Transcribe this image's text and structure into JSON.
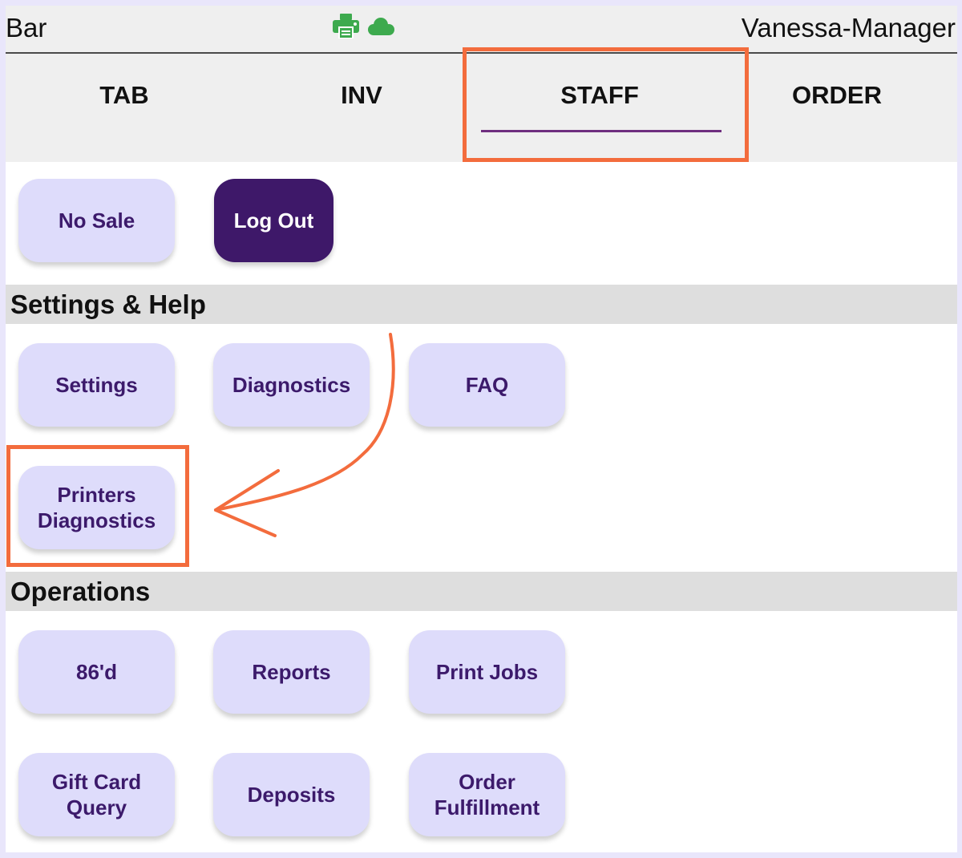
{
  "header": {
    "location": "Bar",
    "user": "Vanessa-Manager",
    "icons": [
      "printer-icon",
      "cloud-icon"
    ],
    "icon_color": "#3daa4e"
  },
  "tabs": [
    {
      "label": "TAB"
    },
    {
      "label": "INV"
    },
    {
      "label": "STAFF",
      "selected": true
    },
    {
      "label": "ORDER"
    }
  ],
  "top_actions": {
    "no_sale": "No Sale",
    "log_out": "Log Out"
  },
  "settings_help": {
    "title": "Settings & Help",
    "buttons": [
      "Settings",
      "Diagnostics",
      "FAQ",
      "Printers\nDiagnostics"
    ]
  },
  "operations": {
    "title": "Operations",
    "buttons": [
      "86'd",
      "Reports",
      "Print Jobs",
      "Gift Card\nQuery",
      "Deposits",
      "Order\nFulfillment"
    ]
  },
  "colors": {
    "accent": "#6f2e7f",
    "button_bg": "#dedcfb",
    "button_text": "#3c1a6b",
    "dark_button_bg": "#3e1869",
    "annotation": "#f36c3d"
  }
}
